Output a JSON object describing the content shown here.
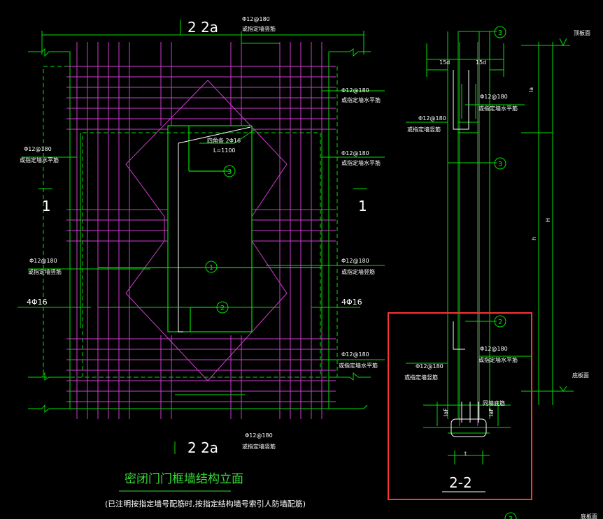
{
  "colors": {
    "background": "#000000",
    "line_green": "#00e000",
    "rebar_magenta": "#d23cd2",
    "text_white": "#ffffff",
    "callout_red": "#ff3333",
    "title_green": "#33dd33"
  },
  "elevation": {
    "section_mark_top": "2  2a",
    "section_mark_bottom": "2  2a",
    "section_1_left": "1",
    "section_1_right": "1",
    "labels": {
      "top_spec": "Φ12@180",
      "top_sub": "或指定墙竖筋",
      "right_spec_1": "Φ12@180",
      "right_sub_1": "或指定墙水平筋",
      "right_spec_2": "Φ12@180",
      "right_sub_2": "或指定墙水平筋",
      "left_spec_1": "Φ12@180",
      "left_sub_1": "或指定墙水平筋",
      "left_spec_2": "Φ12@180",
      "left_sub_2": "或指定墙竖筋",
      "right_spec_3": "Φ12@180",
      "right_sub_3": "或指定墙竖筋",
      "left_bars": "4Φ16",
      "right_bars": "4Φ16",
      "right_spec_4": "Φ12@180",
      "right_sub_4": "或指定墙水平筋",
      "bottom_spec": "Φ12@180",
      "bottom_sub": "或指定墙竖筋",
      "diag_1": "四角各  2Φ16",
      "diag_2": "L=1100"
    },
    "markers": {
      "m1": "1",
      "m2": "2",
      "m3": "3"
    },
    "title": "密闭门门框墙结构立面",
    "note": "(已注明按指定墙号配筋时,按指定结构墙号索引人防墙配筋)"
  },
  "section": {
    "marker_3_top": "3",
    "marker_3_mid": "3",
    "marker_2": "2",
    "dim_15d_left": "15d",
    "dim_15d_right": "15d",
    "spec_1": "Φ12@180",
    "sub_1": "或指定墙水平筋",
    "spec_2": "Φ12@180",
    "sub_2": "或指定墙竖筋",
    "spec_3": "Φ12@180",
    "sub_3": "或指定墙水平筋",
    "spec_4": "Φ12@180",
    "sub_4": "或指定墙竖筋",
    "dim_la": "la",
    "dim_H": "H",
    "dim_h": "h",
    "dim_laF_left": "laF",
    "dim_laF_right": "laF",
    "dim_t": "t",
    "top_level": "顶板面",
    "bottom_level": "底板面",
    "bottom_right_level": "底板面",
    "bottom_note": "同墙底筋",
    "section_title": "2-2",
    "marker_bottom_partial": "3"
  }
}
